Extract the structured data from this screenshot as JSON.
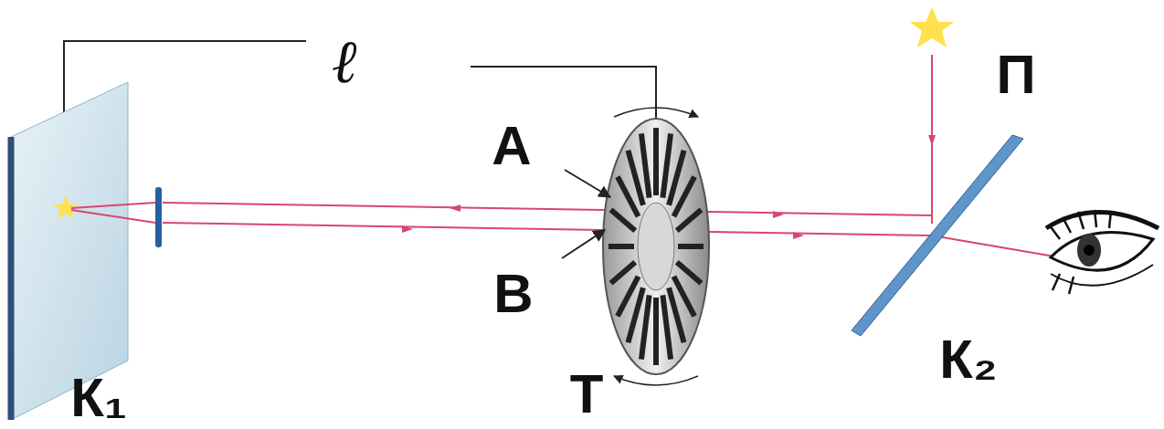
{
  "diagram": {
    "labels": [
      "ℓ",
      "А",
      "В",
      "Т",
      "П",
      "К₁",
      "К₂"
    ]
  }
}
